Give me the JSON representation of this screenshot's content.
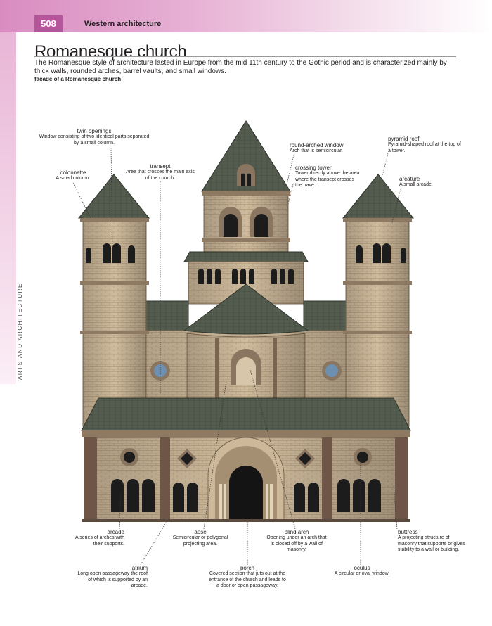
{
  "header": {
    "page_number": "508",
    "section": "Western architecture"
  },
  "side_label": "ARTS AND ARCHITECTURE",
  "title": "Romanesque church",
  "intro": "The Romanesque style of architecture lasted in Europe from the mid 11th century to the Gothic period and is characterized mainly by thick walls, rounded arches, barrel vaults, and small windows.",
  "subtitle": "façade of a Romanesque church",
  "colors": {
    "accent": "#b5569a",
    "roof": "#4d5649",
    "stone": "#cdb89a",
    "dark_stone": "#6f5547"
  },
  "labels": {
    "twin_openings": {
      "term": "twin openings",
      "desc": "Window consisting of two identical parts separated by a small column."
    },
    "colonnette": {
      "term": "colonnette",
      "desc": "A small column."
    },
    "transept": {
      "term": "transept",
      "desc": "Area that crosses the main axis of the church."
    },
    "round_arched_window": {
      "term": "round-arched window",
      "desc": "Arch that is semicircular."
    },
    "crossing_tower": {
      "term": "crossing tower",
      "desc": "Tower directly above the area where the transept crosses the nave."
    },
    "pyramid_roof": {
      "term": "pyramid roof",
      "desc": "Pyramid-shaped roof at the top of a tower."
    },
    "arcature": {
      "term": "arcature",
      "desc": "A small arcade."
    },
    "arcade": {
      "term": "arcade",
      "desc": "A series of arches with their supports."
    },
    "apse": {
      "term": "apse",
      "desc": "Semicircular or polygonal projecting area."
    },
    "blind_arch": {
      "term": "blind arch",
      "desc": "Opening under an arch that is closed off by a wall of masonry."
    },
    "buttress": {
      "term": "buttress",
      "desc": "A projecting structure of masonry that supports or gives stability to a wall or building."
    },
    "atrium": {
      "term": "atrium",
      "desc": "Long open passageway the roof of which is supported by an arcade."
    },
    "porch": {
      "term": "porch",
      "desc": "Covered section that juts out at the entrance of the church and leads to a door or open passageway."
    },
    "oculus": {
      "term": "oculus",
      "desc": "A circular or oval window."
    }
  }
}
